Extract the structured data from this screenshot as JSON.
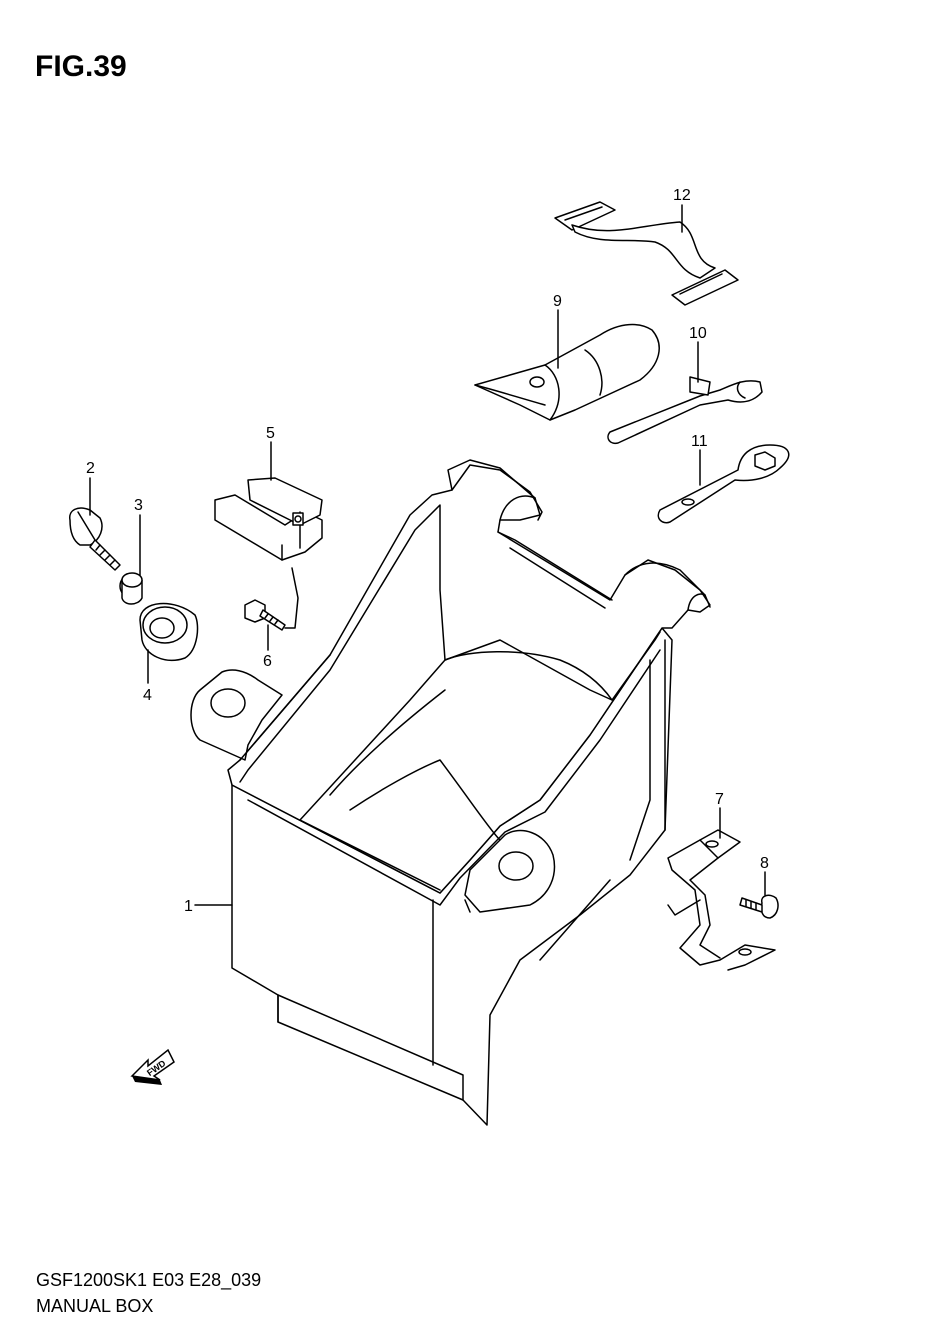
{
  "figure": {
    "title": "FIG.39"
  },
  "footer": {
    "code": "GSF1200SK1 E03 E28_039",
    "name": "MANUAL BOX"
  },
  "callouts": {
    "p1": "1",
    "p2": "2",
    "p3": "3",
    "p4": "4",
    "p5": "5",
    "p6": "6",
    "p7": "7",
    "p8": "8",
    "p9": "9",
    "p10": "10",
    "p11": "11",
    "p12": "12"
  },
  "arrow": {
    "label": "FWD"
  },
  "parts": [
    {
      "no": "1",
      "icon": "manual-box-icon"
    },
    {
      "no": "2",
      "icon": "screw-icon"
    },
    {
      "no": "3",
      "icon": "spacer-icon"
    },
    {
      "no": "4",
      "icon": "grommet-icon"
    },
    {
      "no": "5",
      "icon": "clip-nut-icon"
    },
    {
      "no": "6",
      "icon": "bolt-icon"
    },
    {
      "no": "7",
      "icon": "bracket-icon"
    },
    {
      "no": "8",
      "icon": "bolt-icon"
    },
    {
      "no": "9",
      "icon": "tool-bag-icon"
    },
    {
      "no": "10",
      "icon": "spanner-icon"
    },
    {
      "no": "11",
      "icon": "ring-wrench-icon"
    },
    {
      "no": "12",
      "icon": "strap-icon"
    }
  ]
}
